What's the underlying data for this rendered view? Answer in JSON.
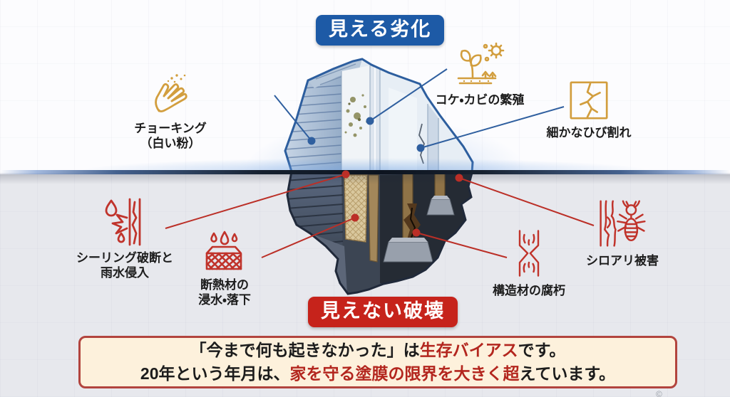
{
  "header": {
    "visible_badge": "見える劣化"
  },
  "bottom": {
    "invisible_badge": "見えない破壊"
  },
  "callouts": {
    "chalking": {
      "line1": "チョーキング",
      "line2": "（白い粉）"
    },
    "moss": {
      "label": "コケ・カビの繁殖"
    },
    "cracks": {
      "label": "細かなひび割れ"
    },
    "sealing": {
      "line1": "シーリング破断と",
      "line2": "雨水侵入"
    },
    "insulation": {
      "line1": "断熱材の",
      "line2": "浸水・落下"
    },
    "structural": {
      "label": "構造材の腐朽"
    },
    "termite": {
      "label": "シロアリ被害"
    }
  },
  "banner": {
    "line1": {
      "pre": "「今まで何も起きなかった」は",
      "highlight": "生存バイアス",
      "post": "です。"
    },
    "line2": {
      "pre": "20年という年月は、",
      "highlight": "家を守る塗膜の限界を大きく超",
      "post": "えています。"
    }
  },
  "watermark": "©",
  "colors": {
    "visible_accent": "#1d5aa6",
    "invisible_accent": "#c6231b",
    "gold_icon": "#d29e3e",
    "red_icon": "#c0332b",
    "banner_bg": "#fdf1dc",
    "banner_border": "#b2443e",
    "banner_highlight": "#b3261e",
    "waterline": "#0d141f"
  }
}
